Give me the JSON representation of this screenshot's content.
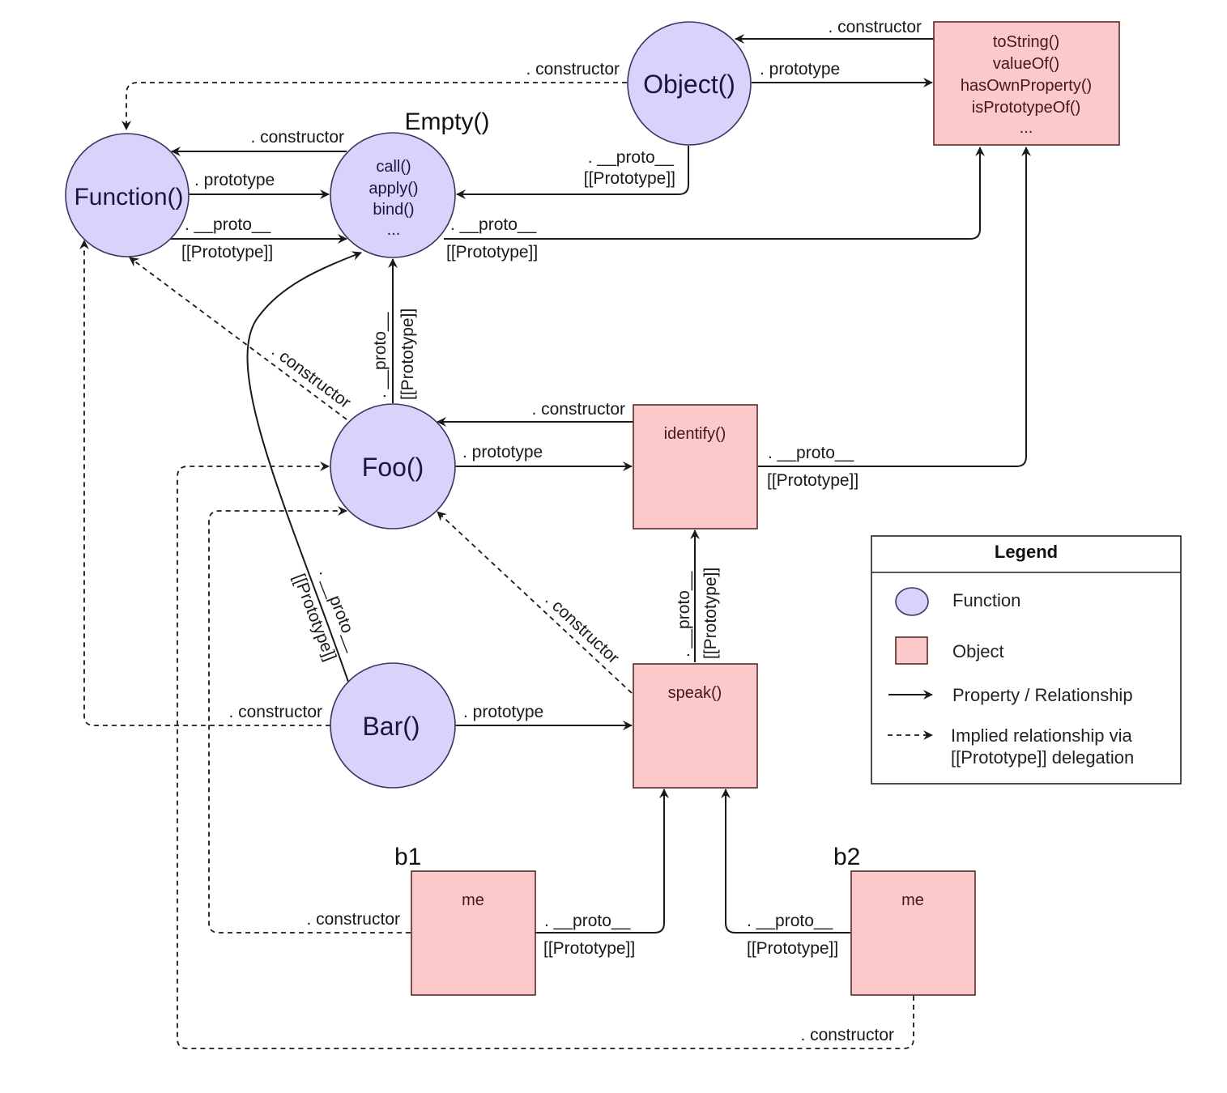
{
  "diagram": {
    "colors": {
      "function_fill": "#d9d2fb",
      "function_stroke": "#3a3560",
      "object_fill": "#fbc9c9",
      "object_stroke": "#5a2a2a",
      "line": "#1a1a1a"
    },
    "nodes": {
      "object_fn": {
        "title": "Object()"
      },
      "object_proto": {
        "members": [
          "toString()",
          "valueOf()",
          "hasOwnProperty()",
          "isPrototypeOf()",
          "..."
        ]
      },
      "function_fn": {
        "title": "Function()"
      },
      "empty_fn": {
        "caption": "Empty()",
        "members": [
          "call()",
          "apply()",
          "bind()",
          "..."
        ]
      },
      "foo_fn": {
        "title": "Foo()"
      },
      "foo_proto": {
        "members": [
          "identify()"
        ]
      },
      "bar_fn": {
        "title": "Bar()"
      },
      "bar_proto": {
        "members": [
          "speak()"
        ]
      },
      "b1": {
        "caption": "b1",
        "members": [
          "me"
        ]
      },
      "b2": {
        "caption": "b2",
        "members": [
          "me"
        ]
      }
    },
    "edge_labels": {
      "constructor": ". constructor",
      "prototype": ". prototype",
      "proto": ". __proto__",
      "proto_vertical": ". __proto__",
      "internal_prototype": "[[Prototype]]"
    },
    "legend": {
      "title": "Legend",
      "items": [
        {
          "symbol": "function-circle",
          "label": "Function"
        },
        {
          "symbol": "object-square",
          "label": "Object"
        },
        {
          "symbol": "solid-arrow",
          "label": "Property / Relationship"
        },
        {
          "symbol": "dashed-arrow",
          "label_line1": "Implied relationship via",
          "label_line2": "[[Prototype]] delegation"
        }
      ]
    }
  }
}
